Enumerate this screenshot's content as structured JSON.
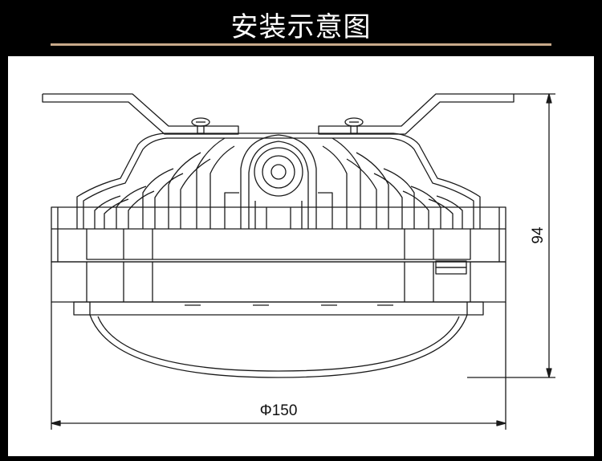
{
  "header": {
    "title": "安装示意图",
    "accent_color": "#c8a98a"
  },
  "diagram": {
    "height_dimension": "94",
    "width_dimension": "Φ150",
    "line_color": "#1a1a1a",
    "background": "#ffffff"
  }
}
